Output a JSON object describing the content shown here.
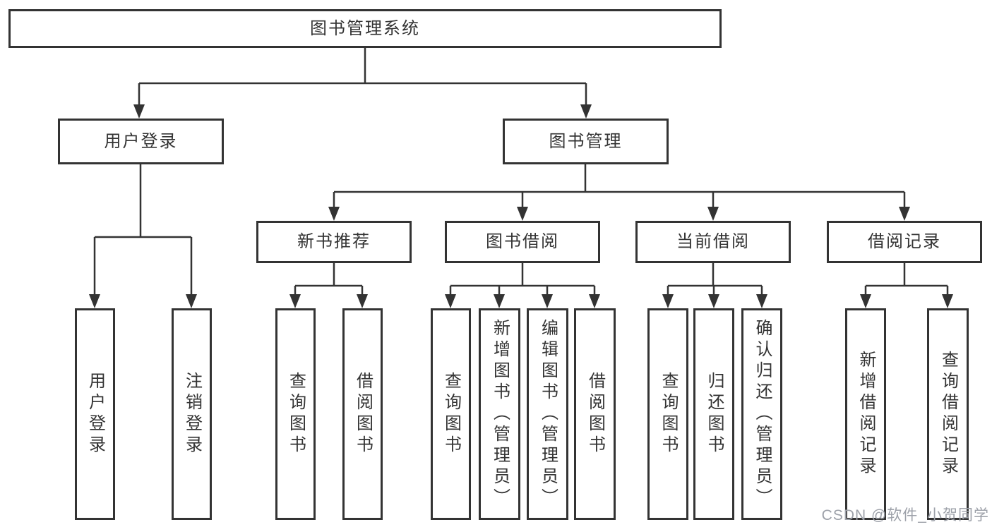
{
  "tree": {
    "label": "图书管理系统",
    "children": [
      {
        "label": "用户登录",
        "children": [
          {
            "label": "用户登录"
          },
          {
            "label": "注销登录"
          }
        ]
      },
      {
        "label": "图书管理",
        "children": [
          {
            "label": "新书推荐",
            "children": [
              {
                "label": "查询图书"
              },
              {
                "label": "借阅图书"
              }
            ]
          },
          {
            "label": "图书借阅",
            "children": [
              {
                "label": "查询图书"
              },
              {
                "label": "新增图书（管理员）"
              },
              {
                "label": "编辑图书（管理员）"
              },
              {
                "label": "借阅图书"
              }
            ]
          },
          {
            "label": "当前借阅",
            "children": [
              {
                "label": "查询图书"
              },
              {
                "label": "归还图书"
              },
              {
                "label": "确认归还（管理员）"
              }
            ]
          },
          {
            "label": "借阅记录",
            "children": [
              {
                "label": "新增借阅记录"
              },
              {
                "label": "查询借阅记录"
              }
            ]
          }
        ]
      }
    ]
  },
  "colors": {
    "line": "#333333",
    "watermark": "#9da1a9"
  },
  "watermark": "CSDN @软件_小贺同学"
}
